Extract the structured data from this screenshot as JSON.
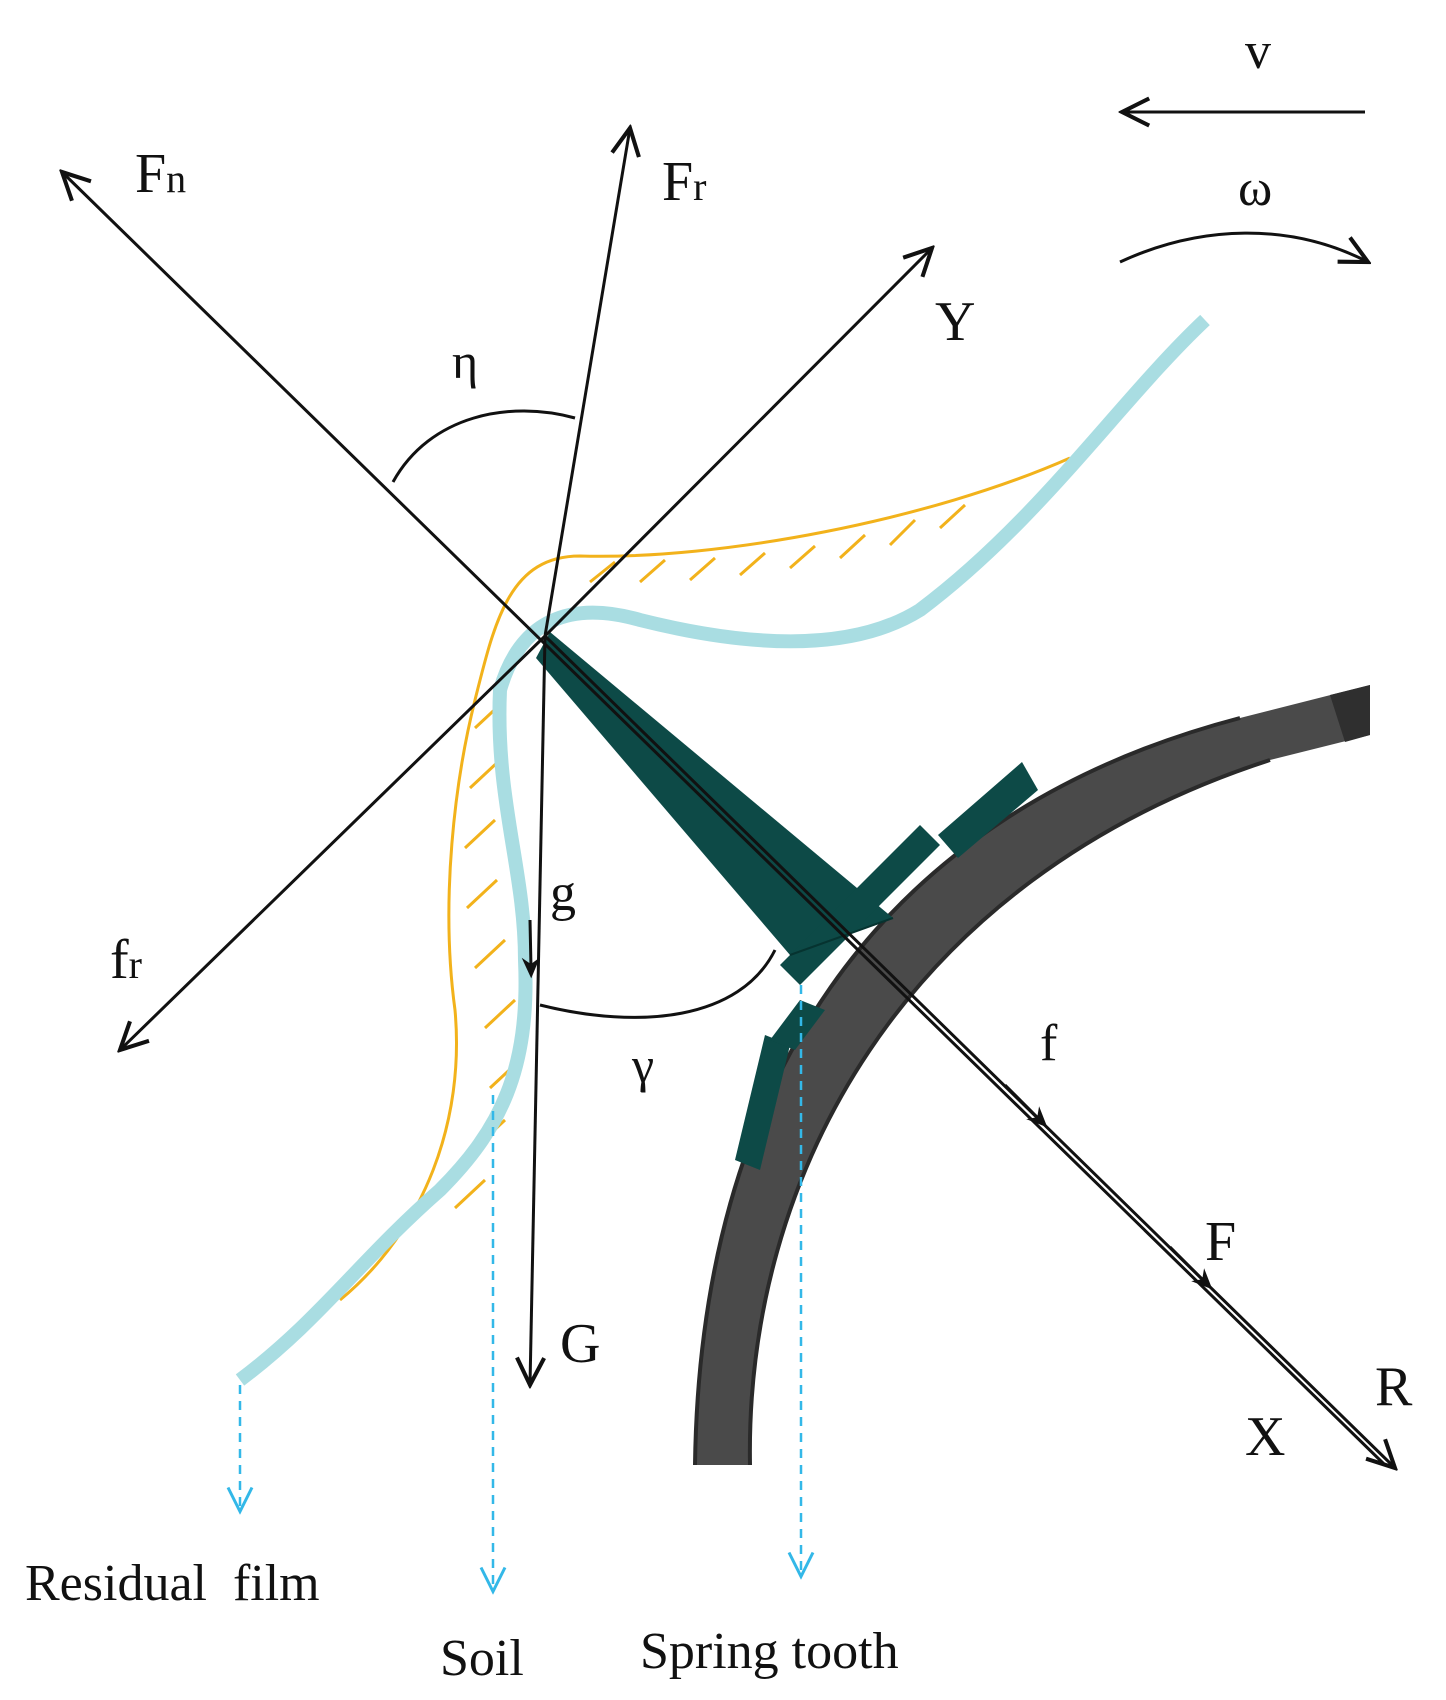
{
  "labels": {
    "v": "v",
    "omega": "ω",
    "Fn_main": "F",
    "Fn_sub": "n",
    "Fr_main": "F",
    "Fr_sub": "r",
    "Y": "Y",
    "eta": "η",
    "fr_main": "f",
    "fr_sub": "r",
    "g": "g",
    "gamma": "γ",
    "f": "f",
    "F": "F",
    "G": "G",
    "X": "X",
    "R": "R",
    "residual_film": "Residual  film",
    "soil": "Soil",
    "spring_tooth": "Spring tooth"
  },
  "colors": {
    "axis": "#111111",
    "film": "#a9dde2",
    "soil": "#f2b21b",
    "tooth": "#0d4a47",
    "wheel": "#4a4a4a",
    "callout": "#33b8e8"
  }
}
